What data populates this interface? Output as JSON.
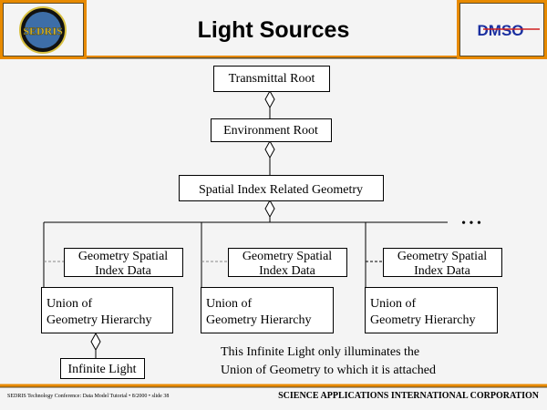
{
  "header": {
    "title": "Light Sources",
    "left_logo": "SEDRIS",
    "right_logo": "DMSO"
  },
  "nodes": {
    "transmittal": "Transmittal Root",
    "environment": "Environment Root",
    "spatial": "Spatial Index Related Geometry",
    "ellipsis": "• • •",
    "gsid": [
      "Geometry Spatial",
      "Index Data"
    ],
    "union": [
      "Union of",
      "Geometry Hierarchy"
    ],
    "light": "Infinite Light"
  },
  "note": [
    "This Infinite Light only illuminates the",
    "Union of Geometry to which it is attached"
  ],
  "footer": {
    "left": "SEDRIS Technology Conference: Data Model Tutorial • 8/2000 • slide 38",
    "right": "SCIENCE APPLICATIONS INTERNATIONAL CORPORATION"
  },
  "colors": {
    "accent": "#e88a00",
    "background": "#f4f4f4"
  }
}
